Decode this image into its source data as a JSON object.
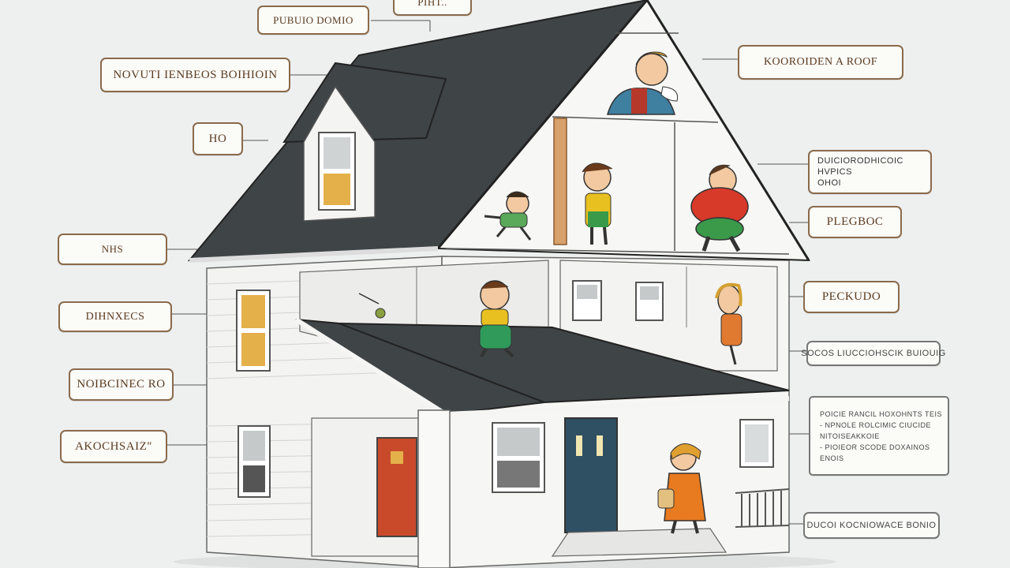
{
  "colors": {
    "background": "#eef0f0",
    "roof": "#3f4447",
    "wall": "#f3f3f1",
    "siding_line": "#d2d4d4",
    "callout_border": "#8a6a4a",
    "callout_text": "#5a3a20",
    "front_door": "#2f4f63",
    "side_door": "#c84a2a",
    "window_glow": "#e4b04a"
  },
  "icons": [
    "house-cross-section",
    "cartoon-figure",
    "window",
    "door",
    "chimney-post",
    "porch-railing"
  ],
  "callouts": {
    "top_center": "PUBUIO DOMIO",
    "top_small": "PIHT..",
    "left_1": "NOVUTI IENBEOS BOIHIOIN",
    "left_2": "HO",
    "left_3": "NHS",
    "left_4": "DIHNXECS",
    "left_5": "NOIBCINEC RO",
    "left_6": "AKOCHSAIZ\"",
    "right_1": "KOOROIDEN A ROOF",
    "right_2_line1": "DUICIORODHICOIC HVPICS",
    "right_2_line2": "OHOI",
    "right_3": "PLEGBOC",
    "right_4": "PECKUDO",
    "right_5": "SOCOS LIUCCIOHSCIK BUIOUIG",
    "right_6_line1": "POICIE RANCIL HOXOHNTS TEIS",
    "right_6_line2": "- NPNOLE ROLCIMIC CIUCIDE",
    "right_6_line3": "NITOISEAKKOIE",
    "right_6_line4": "- PIOIEOR SCODE DOXAINOS",
    "right_6_line5": "ENOIS",
    "right_7": "DUCOI KOCNIOWACE BONIO"
  }
}
